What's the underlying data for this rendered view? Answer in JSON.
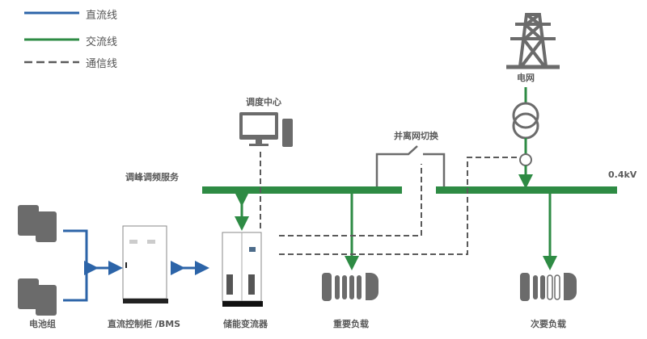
{
  "legend": [
    {
      "label": "直流线",
      "style": "dc",
      "color": "#2c64a8"
    },
    {
      "label": "交流线",
      "style": "ac",
      "color": "#2e8b44"
    },
    {
      "label": "通信线",
      "style": "comm",
      "color": "#5a5a5a"
    }
  ],
  "nodes": {
    "grid": "电网",
    "dispatch_center": "调度中心",
    "grid_switch": "并离网切换",
    "voltage": "0.4kV",
    "peak_service": "调峰调频服务",
    "battery": "电池组",
    "dc_cabinet": "直流控制柜 /BMS",
    "pcs": "储能变流器",
    "critical_load": "重要负载",
    "secondary_load": "次要负载"
  },
  "colors": {
    "dc": "#2c64a8",
    "ac": "#2e8b44",
    "comm": "#5a5a5a",
    "icon": "#6b6b6b"
  }
}
